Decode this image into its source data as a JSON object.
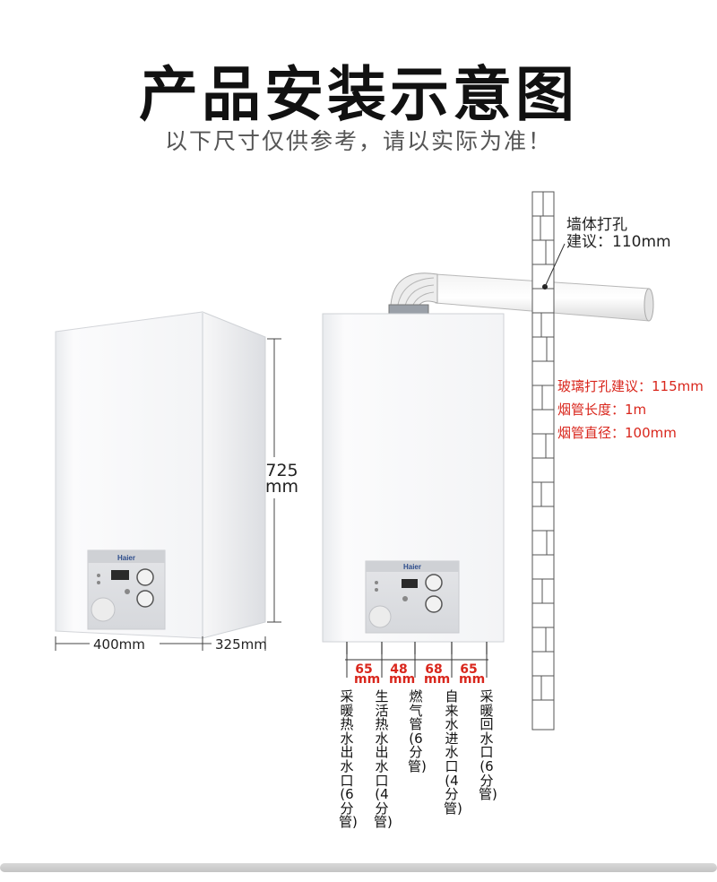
{
  "title": "产品安装示意图",
  "subtitle": "以下尺寸仅供参考，请以实际为准！",
  "brand": "Haier",
  "dimensions": {
    "height": [
      "725",
      "mm"
    ],
    "width": "400mm",
    "depth": "325mm"
  },
  "wall_note": [
    "墙体打孔",
    "建议：110mm"
  ],
  "flue_notes": [
    "玻璃打孔建议：115mm",
    "烟管长度：1m",
    "烟管直径：100mm"
  ],
  "spacings": [
    {
      "value": "65",
      "unit": "mm"
    },
    {
      "value": "48",
      "unit": "mm"
    },
    {
      "value": "68",
      "unit": "mm"
    },
    {
      "value": "65",
      "unit": "mm"
    }
  ],
  "pipes": [
    "采暖热水出水口(6分管)",
    "生活热水出水口(4分管)",
    "燃气管(6分管)",
    "自来水进水口(4分管)",
    "采暖回水口(6分管)"
  ],
  "colors": {
    "accent": "#d9261c",
    "text": "#222222"
  },
  "icons": [
    "boiler-unit",
    "flue-pipe",
    "brick-wall"
  ]
}
